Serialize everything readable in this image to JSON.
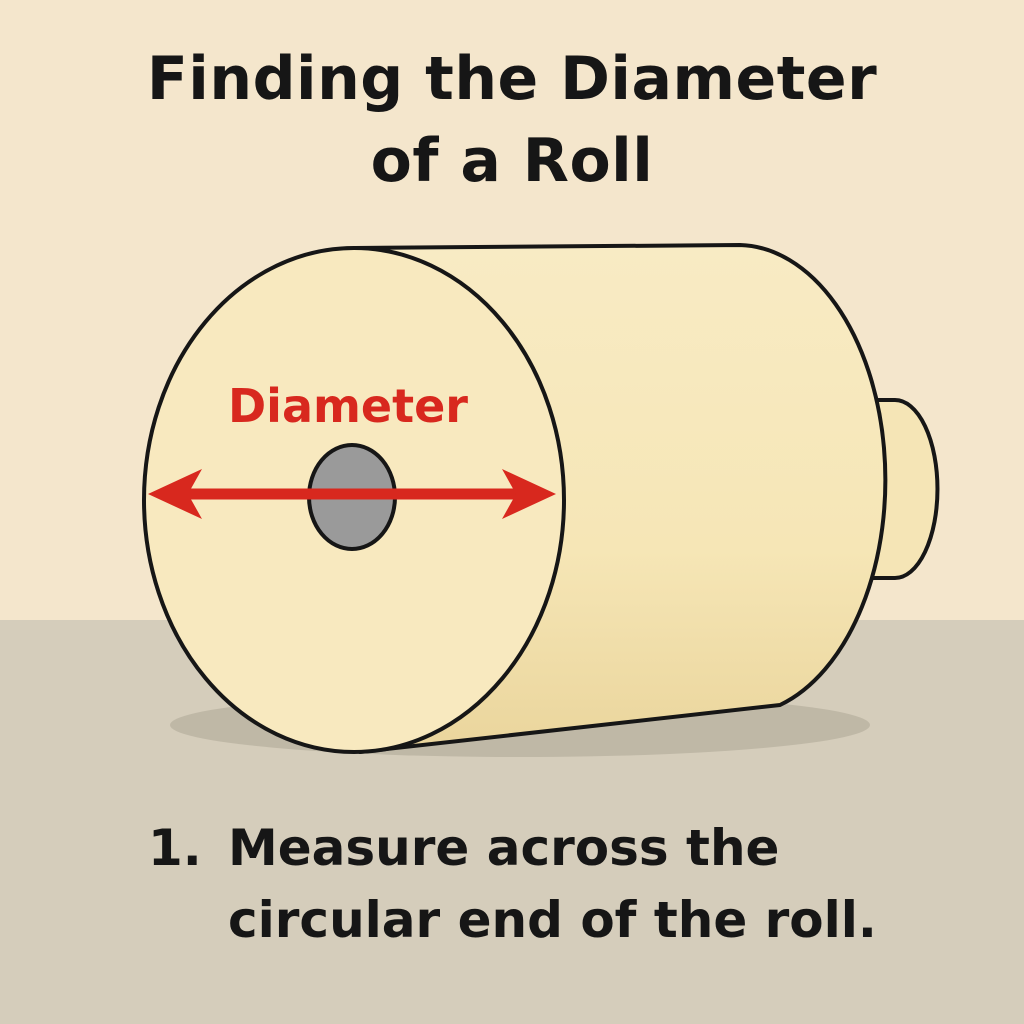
{
  "title": {
    "line1": "Finding the Diameter",
    "line2": "of a Roll"
  },
  "diagram": {
    "diameter_label": "Diameter",
    "colors": {
      "wall": "#f4e6cc",
      "floor": "#d5cdbb",
      "roll_fill": "#f7e8bd",
      "roll_shade": "#eedba2",
      "core": "#9a9a9a",
      "arrow": "#d8281e",
      "outline": "#161616"
    }
  },
  "step": {
    "number": "1.",
    "line1": "Measure across the",
    "line2": "circular end of the roll."
  }
}
